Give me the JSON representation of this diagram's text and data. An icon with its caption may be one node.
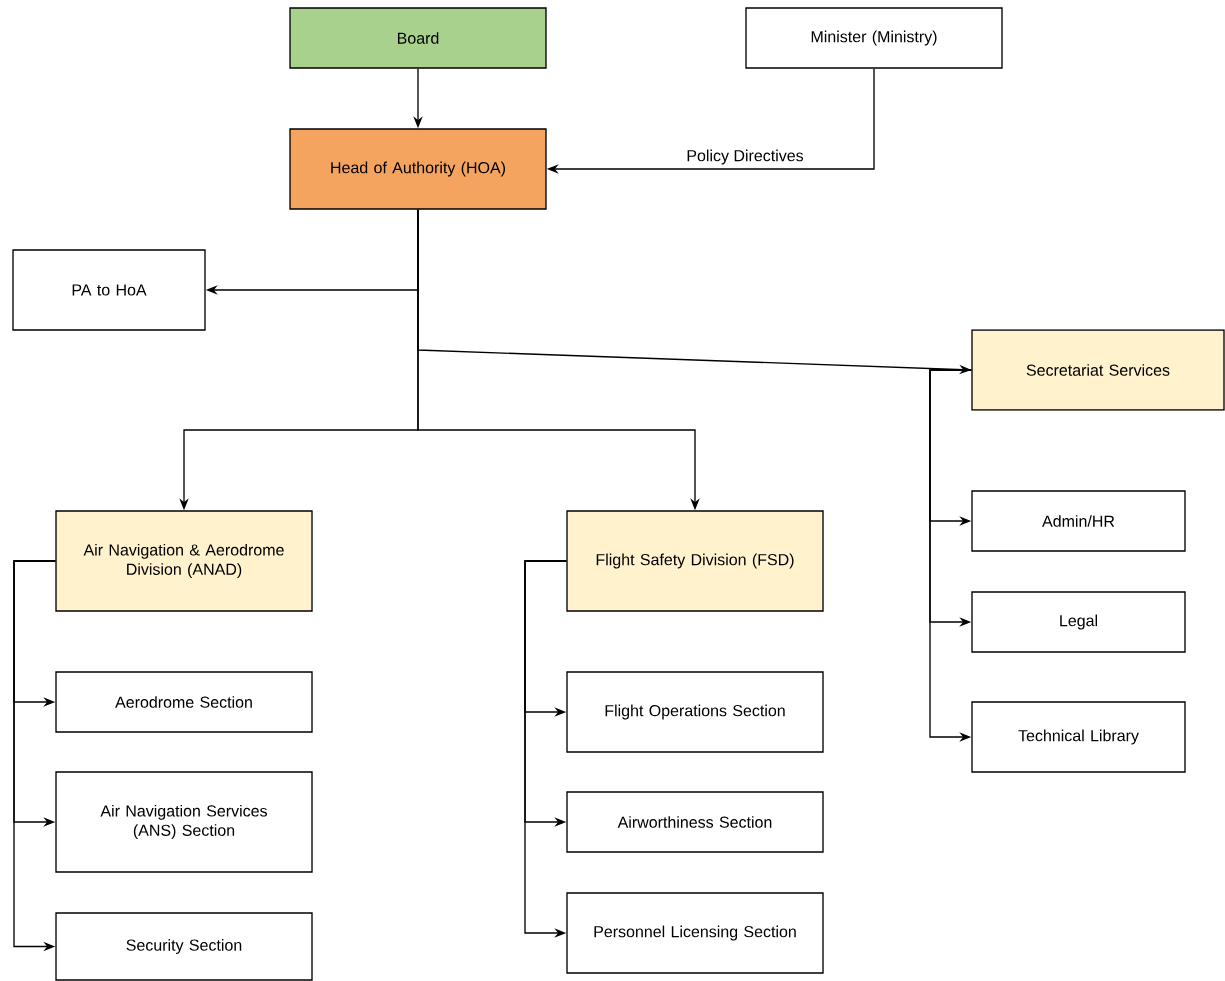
{
  "diagram": {
    "nodes": [
      {
        "text": [
          "Board"
        ]
      },
      {
        "text": [
          "Minister (Ministry)"
        ]
      },
      {
        "text": [
          "Head of Authority (HOA)"
        ]
      },
      {
        "text": [
          "PA to HoA"
        ]
      },
      {
        "text": [
          "Secretariat Services"
        ]
      },
      {
        "text": [
          "Air Navigation & Aerodrome Division (ANAD)"
        ]
      },
      {
        "text": [
          "Flight Safety Division (FSD)"
        ]
      },
      {
        "text": [
          "Admin/HR"
        ]
      },
      {
        "text": [
          "Legal"
        ]
      },
      {
        "text": [
          "Technical Library"
        ]
      },
      {
        "text": [
          "Aerodrome Section"
        ]
      },
      {
        "text": [
          "Air Navigation Services (ANS) Section"
        ]
      },
      {
        "text": [
          "Security Section"
        ]
      },
      {
        "text": [
          "Flight Operations Section"
        ]
      },
      {
        "text": [
          "Airworthiness Section"
        ]
      },
      {
        "text": [
          "Personnel Licensing Section"
        ]
      }
    ],
    "edges": [
      {
        "from": 0,
        "to": 2,
        "arrow": "to"
      },
      {
        "from": 1,
        "to": 2,
        "arrow": "to",
        "label": "Policy Directives"
      },
      {
        "from": 2,
        "to": 3,
        "arrow": "to"
      },
      {
        "from": 2,
        "to": 4,
        "arrow": "to"
      },
      {
        "from": 2,
        "to": 5,
        "arrow": "to"
      },
      {
        "from": 2,
        "to": 6,
        "arrow": "to"
      },
      {
        "from": 4,
        "to": 7,
        "arrow": "to"
      },
      {
        "from": 4,
        "to": 8,
        "arrow": "to"
      },
      {
        "from": 4,
        "to": 9,
        "arrow": "to"
      },
      {
        "from": 5,
        "to": 10,
        "arrow": "to"
      },
      {
        "from": 5,
        "to": 11,
        "arrow": "to"
      },
      {
        "from": 5,
        "to": 12,
        "arrow": "to"
      },
      {
        "from": 6,
        "to": 13,
        "arrow": "to"
      },
      {
        "from": 6,
        "to": 14,
        "arrow": "to"
      },
      {
        "from": 6,
        "to": 15,
        "arrow": "to"
      }
    ]
  }
}
